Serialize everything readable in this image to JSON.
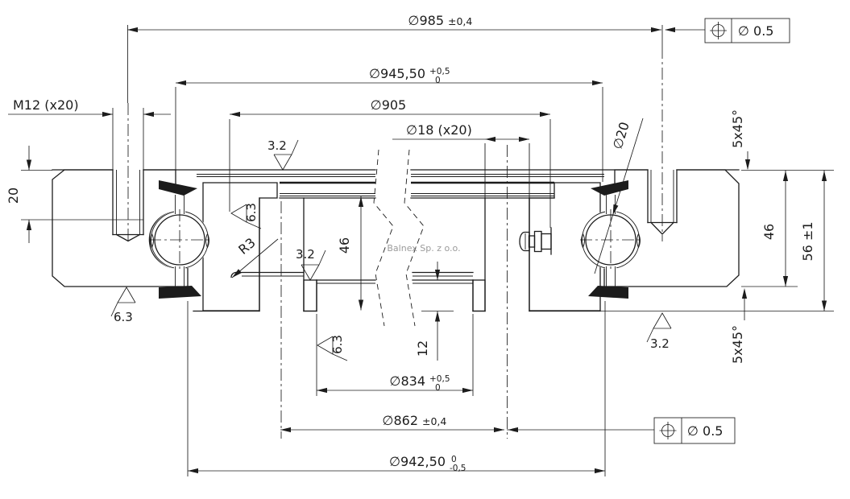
{
  "watermark": "Balnex Sp. z o.o.",
  "colors": {
    "line": "#1c1c1c",
    "watermark": "#9b9b9b",
    "background": "#ffffff"
  },
  "dimensions": {
    "bolt_circle_outer": {
      "value": "∅985",
      "tolerance": "±0,4"
    },
    "spigot_outer": {
      "value": "∅945,50",
      "tol_upper": "+0,5",
      "tol_lower": "0"
    },
    "raceway": {
      "value": "∅905"
    },
    "hole_inner": {
      "value": "∅18 (x20)"
    },
    "thread_outer": {
      "value": "M12 (x20)"
    },
    "thread_depth": {
      "value": "20"
    },
    "ring_height_inner": {
      "value": "46"
    },
    "recess_depth": {
      "value": "12"
    },
    "spigot_inner": {
      "value": "∅834",
      "tol_upper": "+0,5",
      "tol_lower": "0"
    },
    "bolt_circle_inner": {
      "value": "∅862",
      "tolerance": "±0,4"
    },
    "ring_od_inner": {
      "value": "∅942,50",
      "tol_upper": "0",
      "tol_lower": "-0,5"
    },
    "ring_height_outer": {
      "value": "46"
    },
    "total_height": {
      "value": "56 ±1"
    },
    "chamfer_top": {
      "value": "5x45°"
    },
    "chamfer_bottom": {
      "value": "5x45°"
    },
    "ball_diameter": {
      "value": "∅20"
    },
    "fillet_radius": {
      "value": "R3"
    }
  },
  "surface_finish": {
    "top_face": "3.2",
    "recess_floor": "3.2",
    "bottom_face": "3.2",
    "outer_ring_bottom": "6.3",
    "raceway_side": "6.3",
    "recess_wall": "6.3"
  },
  "tolerance_frames": {
    "top": {
      "symbol": "position",
      "value": "∅ 0.5"
    },
    "bottom": {
      "symbol": "position",
      "value": "∅ 0.5"
    }
  }
}
